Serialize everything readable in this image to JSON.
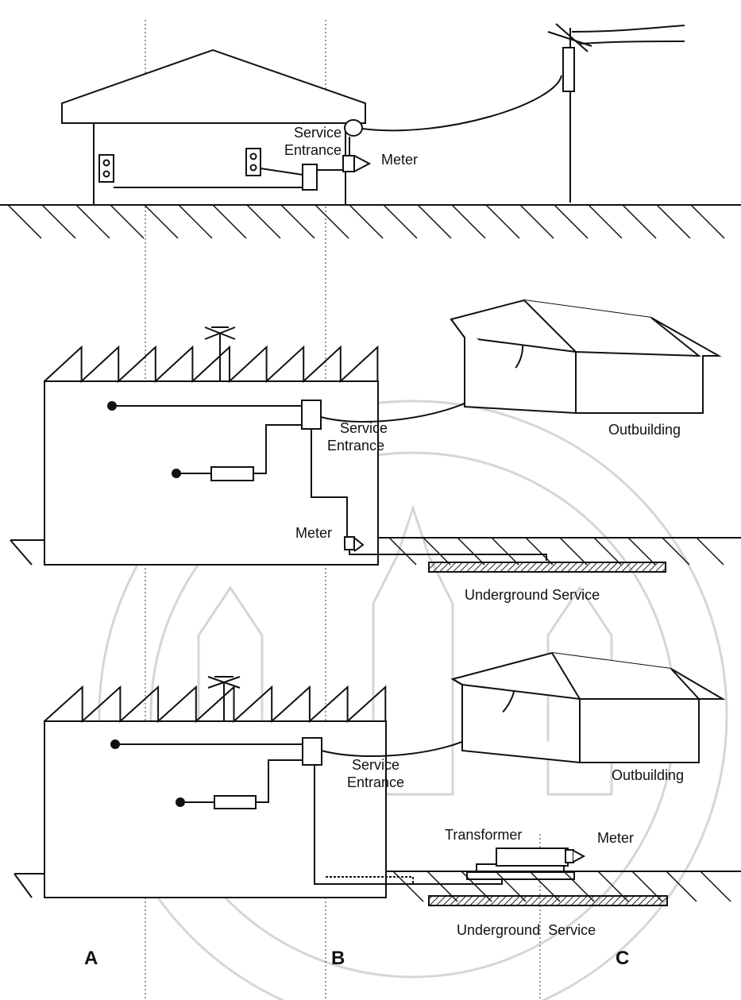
{
  "panel_top": {
    "service_entrance_line1": "Service",
    "service_entrance_line2": "Entrance",
    "meter": "Meter"
  },
  "panel_middle": {
    "service_entrance_line1": "Service",
    "service_entrance_line2": "Entrance",
    "outbuilding": "Outbuilding",
    "meter": "Meter",
    "underground_service": "Underground Service"
  },
  "panel_bottom": {
    "service_entrance_line1": "Service",
    "service_entrance_line2": "Entrance",
    "outbuilding": "Outbuilding",
    "transformer": "Transformer",
    "meter": "Meter",
    "underground_service": "Underground  Service"
  },
  "zones": {
    "a": "A",
    "b": "B",
    "c": "C"
  },
  "watermark": {
    "description": "university seal watermark (faded)"
  }
}
